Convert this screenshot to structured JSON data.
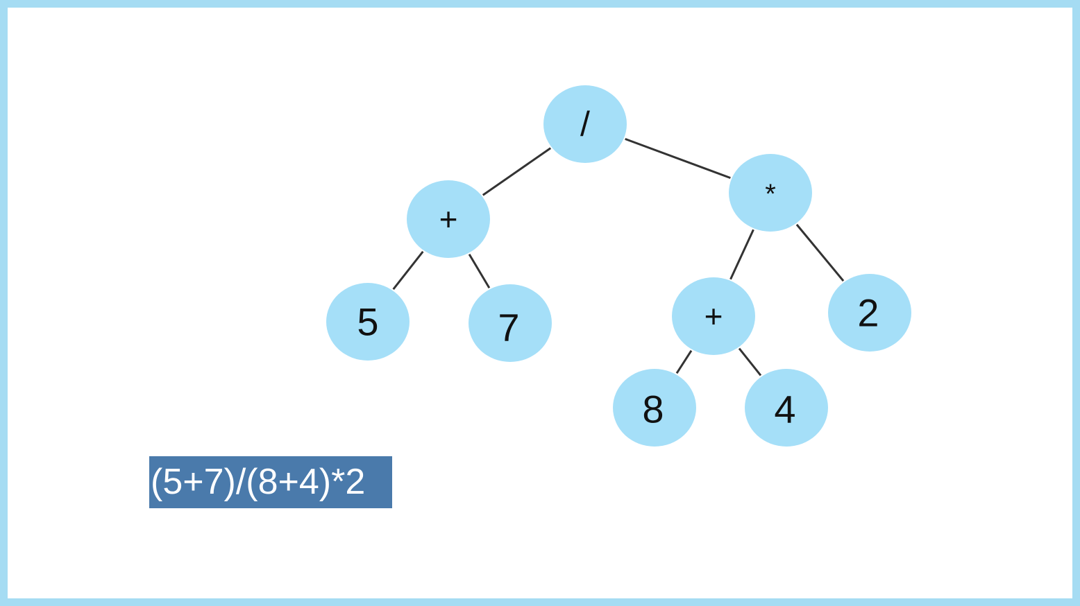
{
  "diagram": {
    "colors": {
      "frame": "#a5dcf3",
      "node_fill": "#a5dff8",
      "edge": "#333333",
      "expression_bg": "#4a7aab",
      "expression_text": "#ffffff"
    },
    "nodes": [
      {
        "id": "root",
        "label": "/"
      },
      {
        "id": "plus_left",
        "label": "+"
      },
      {
        "id": "times",
        "label": "*"
      },
      {
        "id": "five",
        "label": "5"
      },
      {
        "id": "seven",
        "label": "7"
      },
      {
        "id": "plus_right",
        "label": "+"
      },
      {
        "id": "two",
        "label": "2"
      },
      {
        "id": "eight",
        "label": "8"
      },
      {
        "id": "four",
        "label": "4"
      }
    ],
    "edges": [
      [
        "root",
        "plus_left"
      ],
      [
        "root",
        "times"
      ],
      [
        "plus_left",
        "five"
      ],
      [
        "plus_left",
        "seven"
      ],
      [
        "times",
        "plus_right"
      ],
      [
        "times",
        "two"
      ],
      [
        "plus_right",
        "eight"
      ],
      [
        "plus_right",
        "four"
      ]
    ]
  },
  "expression": {
    "text": "(5+7)/(8+4)*2"
  }
}
